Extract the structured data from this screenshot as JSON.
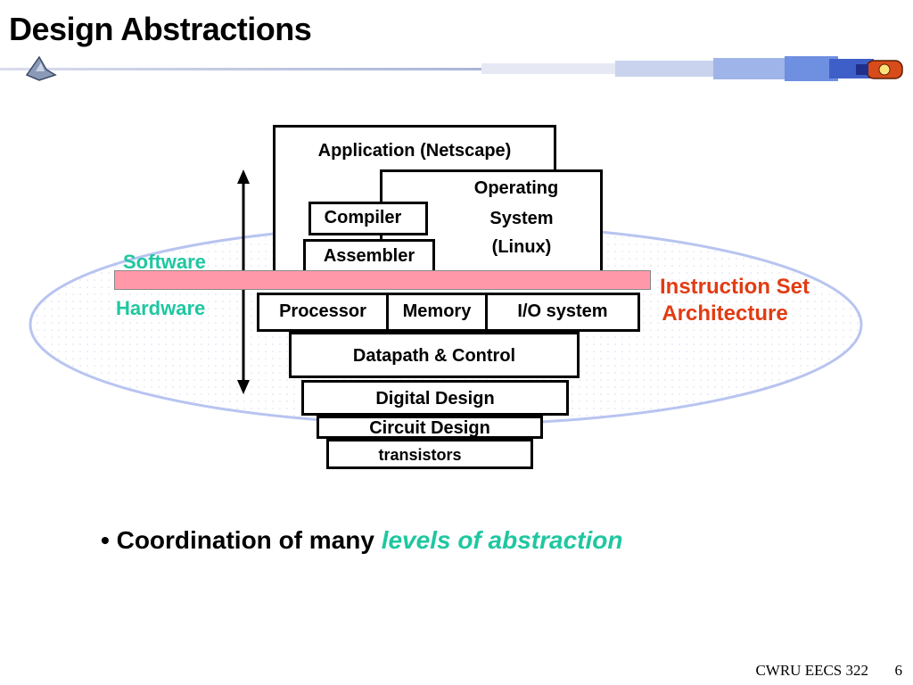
{
  "slide": {
    "title": "Design Abstractions"
  },
  "diagram": {
    "application": "Application (Netscape)",
    "os_line1": "Operating",
    "os_line2": "System",
    "os_line3": "(Linux)",
    "compiler": "Compiler",
    "assembler": "Assembler",
    "software": "Software",
    "hardware": "Hardware",
    "isa_line1": "Instruction Set",
    "isa_line2": "Architecture",
    "processor": "Processor",
    "memory": "Memory",
    "io_system": "I/O system",
    "datapath": "Datapath & Control",
    "digital_design": "Digital Design",
    "circuit_design": "Circuit Design",
    "transistors": "transistors"
  },
  "bullet": {
    "prefix": "Coordination of many",
    "emphasis": "levels of abstraction"
  },
  "footer": {
    "course": "CWRU EECS 322",
    "page": "6"
  },
  "colors": {
    "label_teal": "#1fc7a0",
    "isa_red": "#e23b12",
    "isa_bar": "#ff99aa",
    "ellipse_stroke": "#b8c4f0"
  },
  "icons": {
    "header_left": "starship-icon",
    "header_right": "rocket-icon"
  }
}
